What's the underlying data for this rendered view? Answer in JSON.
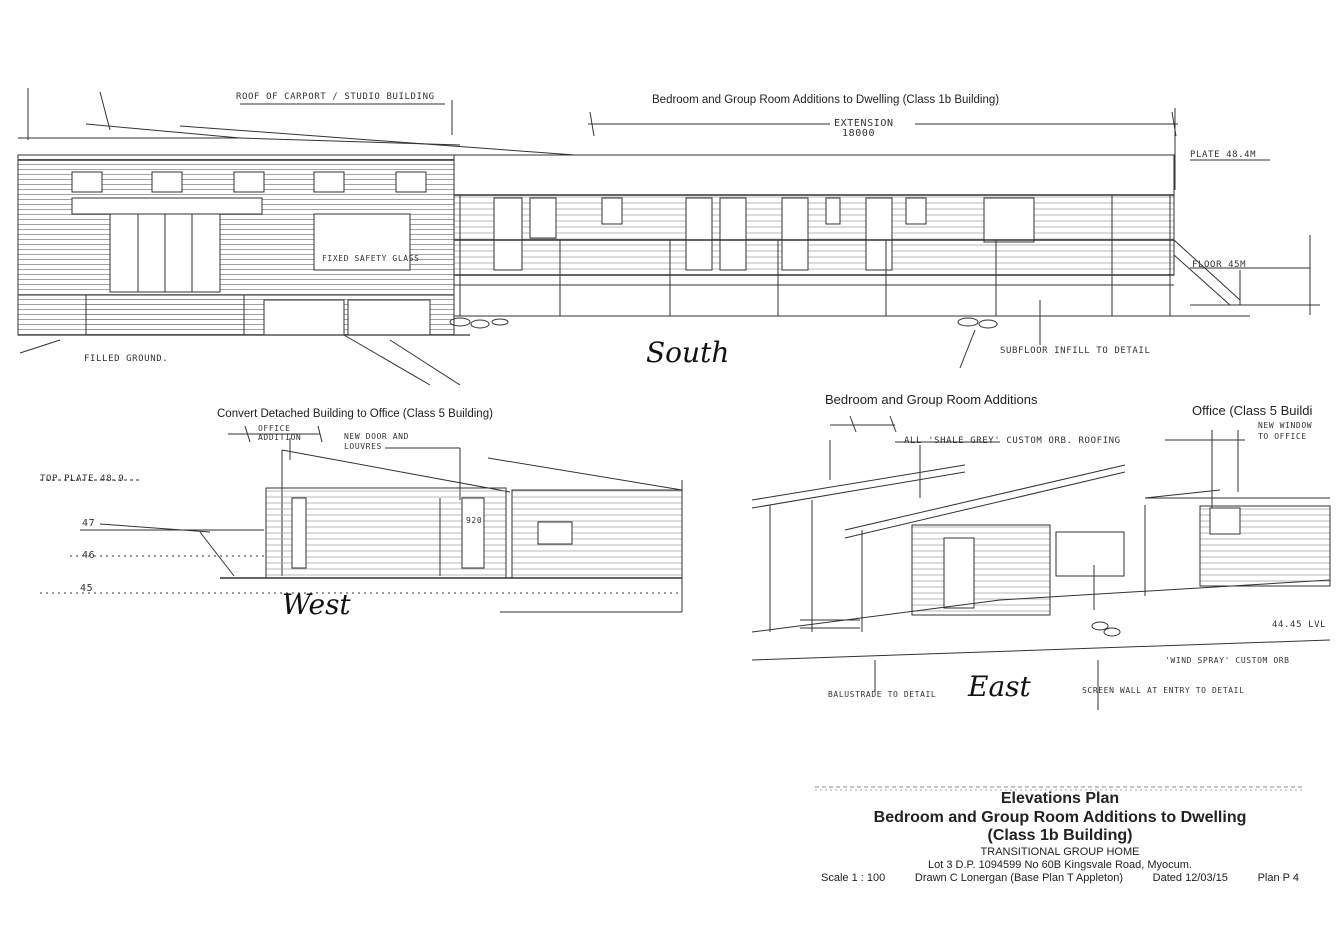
{
  "south": {
    "heading": "Bedroom and Group Room Additions to Dwelling (Class 1b Building)",
    "note_roof": "ROOF OF CARPORT / STUDIO BUILDING",
    "extension_label": "EXTENSION",
    "extension_value": "18000",
    "plate": "PLATE 48.4M",
    "floor": "FLOOR 45M",
    "glass": "FIXED SAFETY GLASS",
    "filled": "FILLED GROUND.",
    "subfloor": "SUBFLOOR INFILL TO DETAIL",
    "view_label": "South"
  },
  "west": {
    "heading": "Convert Detached Building to Office (Class 5 Building)",
    "office_addition": "OFFICE ADDITION",
    "new_door": "NEW DOOR AND LOUVRES",
    "top_plate": "TOP PLATE 48.9",
    "level_47": "47",
    "level_46": "46",
    "level_45": "45",
    "door_size": "920",
    "view_label": "West"
  },
  "east": {
    "heading": "Bedroom and Group Room Additions",
    "heading_office": "Office (Class 5 Buildi",
    "roofing": "ALL 'SHALE GREY' CUSTOM ORB. ROOFING",
    "new_window": "NEW WINDOW TO OFFICE",
    "level": "44.45 LVL",
    "wind_spray": "'WIND SPRAY' CUSTOM ORB",
    "balustrade": "BALUSTRADE TO DETAIL",
    "screen_wall": "SCREEN WALL AT ENTRY TO DETAIL",
    "view_label": "East"
  },
  "title_block": {
    "title": "Elevations Plan",
    "line1": "Bedroom and Group Room Additions to Dwelling",
    "line2": "(Class 1b Building)",
    "client": "TRANSITIONAL GROUP HOME",
    "address": "Lot 3 D.P. 1094599 No 60B Kingsvale Road, Myocum.",
    "scale": "Scale 1 : 100",
    "drawn": "Drawn C Lonergan (Base Plan T Appleton)",
    "dated": "Dated 12/03/15",
    "plan": "Plan P 4"
  }
}
